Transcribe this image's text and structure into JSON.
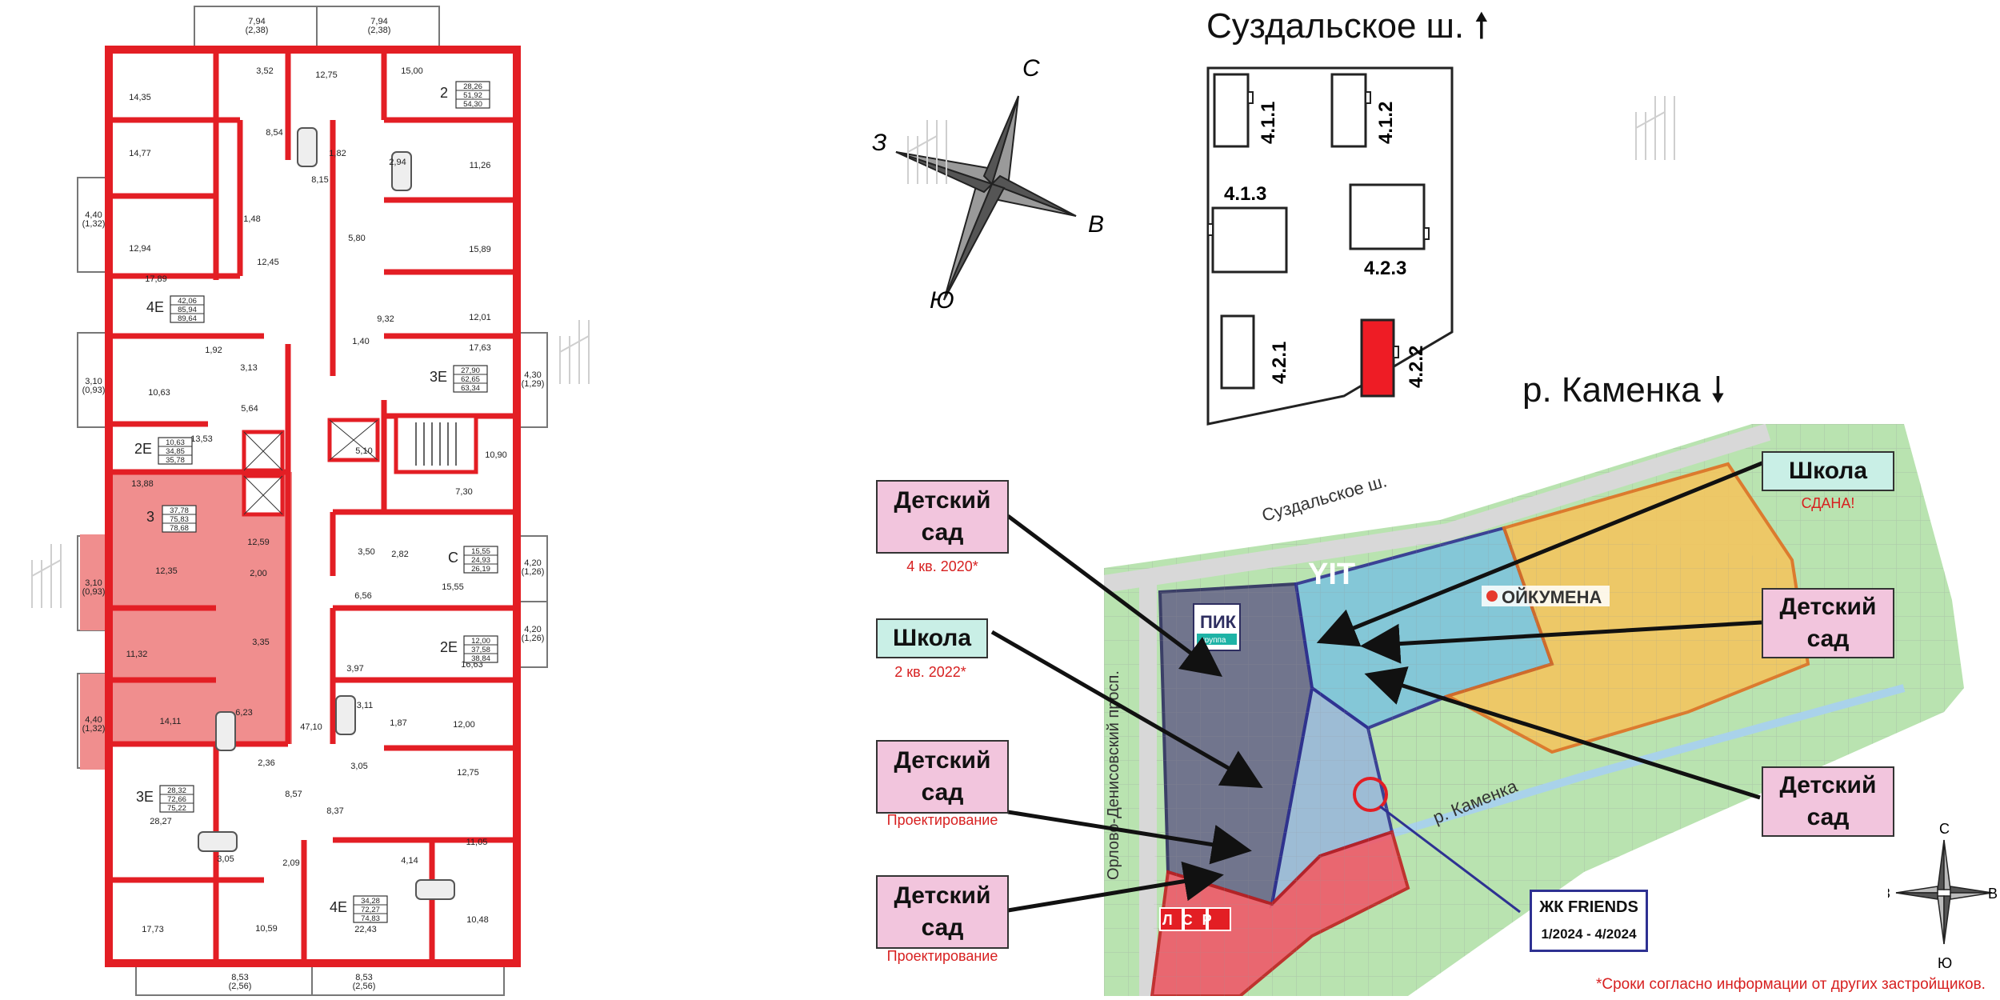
{
  "plan": {
    "balcony_labels": [
      {
        "id": "top-left",
        "area": "7,94",
        "sub": "(2,38)"
      },
      {
        "id": "top-right",
        "area": "7,94",
        "sub": "(2,38)"
      },
      {
        "id": "left-1",
        "area": "4,40",
        "sub": "(1,32)"
      },
      {
        "id": "left-2",
        "area": "3,10",
        "sub": "(0,93)"
      },
      {
        "id": "left-3",
        "area": "3,10",
        "sub": "(0,93)"
      },
      {
        "id": "left-4",
        "area": "4,40",
        "sub": "(1,32)"
      },
      {
        "id": "right-1",
        "area": "4,30",
        "sub": "(1,29)"
      },
      {
        "id": "right-2",
        "area": "4,20",
        "sub": "(1,26)"
      },
      {
        "id": "right-3",
        "area": "4,20",
        "sub": "(1,26)"
      },
      {
        "id": "bottom-left",
        "area": "8,53",
        "sub": "(2,56)"
      },
      {
        "id": "bottom-right",
        "area": "8,53",
        "sub": "(2,56)"
      }
    ],
    "room_areas": [
      "14,35",
      "3,52",
      "12,75",
      "15,00",
      "14,77",
      "8,54",
      "1,82",
      "2,94",
      "11,26",
      "8,15",
      "1,48",
      "5,80",
      "12,94",
      "12,45",
      "15,89",
      "17,89",
      "9,32",
      "12,01",
      "1,92",
      "1,40",
      "17,63",
      "10,63",
      "3,13",
      "5,64",
      "13,53",
      "10,90",
      "13,88",
      "5,10",
      "7,30",
      "12,59",
      "2,00",
      "3,50",
      "2,82",
      "12,35",
      "15,55",
      "6,56",
      "11,32",
      "3,35",
      "3,97",
      "16,63",
      "6,23",
      "14,11",
      "47,10",
      "3,11",
      "1,87",
      "12,00",
      "2,36",
      "3,05",
      "12,75",
      "28,27",
      "8,57",
      "8,37",
      "3,05",
      "2,09",
      "4,14",
      "11,05",
      "17,73",
      "10,59",
      "22,43",
      "10,48"
    ],
    "apartments": [
      {
        "type": "2",
        "a": "28,26",
        "b": "51,92",
        "c": "54,30"
      },
      {
        "type": "4Е",
        "a": "42,06",
        "b": "85,94",
        "c": "89,64"
      },
      {
        "type": "3Е",
        "a": "27,90",
        "b": "62,65",
        "c": "63,34"
      },
      {
        "type": "2Е",
        "a": "10,63",
        "b": "34,85",
        "c": "35,78"
      },
      {
        "type": "3",
        "a": "37,78",
        "b": "75,83",
        "c": "78,68"
      },
      {
        "type": "С",
        "a": "15,55",
        "b": "24,93",
        "c": "26,19"
      },
      {
        "type": "2Е",
        "a": "12,00",
        "b": "37,58",
        "c": "38,84"
      },
      {
        "type": "3Е",
        "a": "28,32",
        "b": "72,66",
        "c": "75,22"
      },
      {
        "type": "4Е",
        "a": "34,28",
        "b": "72,27",
        "c": "74,83"
      }
    ]
  },
  "compass_large": {
    "n": "С",
    "w": "З",
    "e": "В",
    "s": "Ю"
  },
  "compass_small": {
    "n": "С",
    "w": "З",
    "e": "В",
    "s": "Ю"
  },
  "site_scheme": {
    "road_top": "Суздальское ш.",
    "river_bottom": "р. Каменка",
    "buildings": [
      "4.1.1",
      "4.1.2",
      "4.1.3",
      "4.2.3",
      "4.2.1",
      "4.2.2"
    ],
    "highlight_color": "#ee1c25"
  },
  "map": {
    "road_label_1": "Суздальское ш.",
    "road_label_2": "Орлово-Денисовский просп.",
    "river_label": "р. Каменка",
    "brand_1": "YIT",
    "brand_2": "ОЙКУМЕНА",
    "brand_3": "ПИК",
    "brand_3_sub": "группа",
    "brand_4": "ЛСР",
    "zone_colors": {
      "pik": "#6a6a8a",
      "yit": "#7fc4dc",
      "oikumena": "#f3c660",
      "lsr": "#ef5a6a",
      "green": "#b9e3b0"
    }
  },
  "callouts": {
    "kindergarten_1": {
      "title": "Детский сад",
      "note": "4 кв. 2020*"
    },
    "school_1": {
      "title": "Школа",
      "note": "2 кв. 2022*"
    },
    "kindergarten_2": {
      "title": "Детский сад",
      "note": "Проектирование"
    },
    "kindergarten_3": {
      "title": "Детский сад",
      "note": "Проектирование"
    },
    "school_2": {
      "title": "Школа",
      "note": "СДАНА!"
    },
    "kindergarten_4": {
      "title": "Детский сад"
    },
    "kindergarten_5": {
      "title": "Детский сад"
    },
    "friends": {
      "title": "ЖК FRIENDS",
      "dates": "1/2024 - 4/2024"
    }
  },
  "footnote": "*Сроки согласно информации от других застройщиков."
}
